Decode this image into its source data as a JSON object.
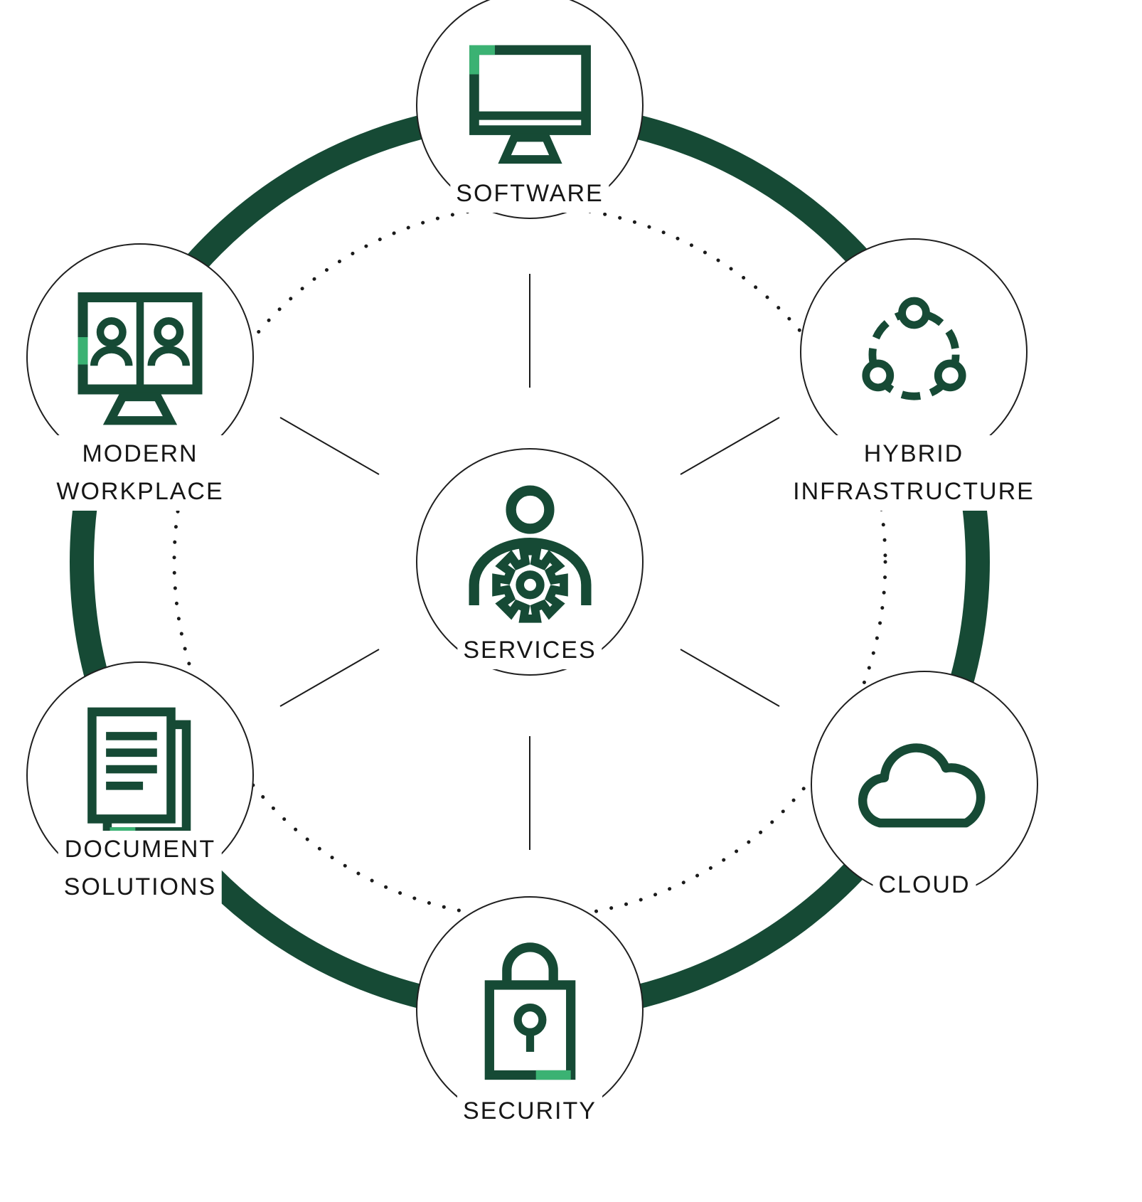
{
  "diagram": {
    "type": "hub-and-spoke",
    "center": {
      "label": "SERVICES",
      "icon": "person-with-gear-icon"
    },
    "nodes": {
      "software": {
        "lines": [
          "SOFTWARE"
        ],
        "icon": "desktop-monitor-icon"
      },
      "hybrid_infrastructure": {
        "lines": [
          "HYBRID",
          "INFRASTRUCTURE"
        ],
        "icon": "connected-nodes-icon"
      },
      "cloud": {
        "lines": [
          "CLOUD"
        ],
        "icon": "cloud-icon"
      },
      "security": {
        "lines": [
          "SECURITY"
        ],
        "icon": "padlock-icon"
      },
      "document_solutions": {
        "lines": [
          "DOCUMENT",
          "SOLUTIONS"
        ],
        "icon": "document-stack-icon"
      },
      "modern_workplace": {
        "lines": [
          "MODERN",
          "WORKPLACE"
        ],
        "icon": "video-meeting-screen-icon"
      }
    },
    "colors": {
      "primary_green": "#164A35",
      "accent_green": "#3BB273",
      "outline_black": "#1B1B1B",
      "background": "#FFFFFF"
    }
  }
}
